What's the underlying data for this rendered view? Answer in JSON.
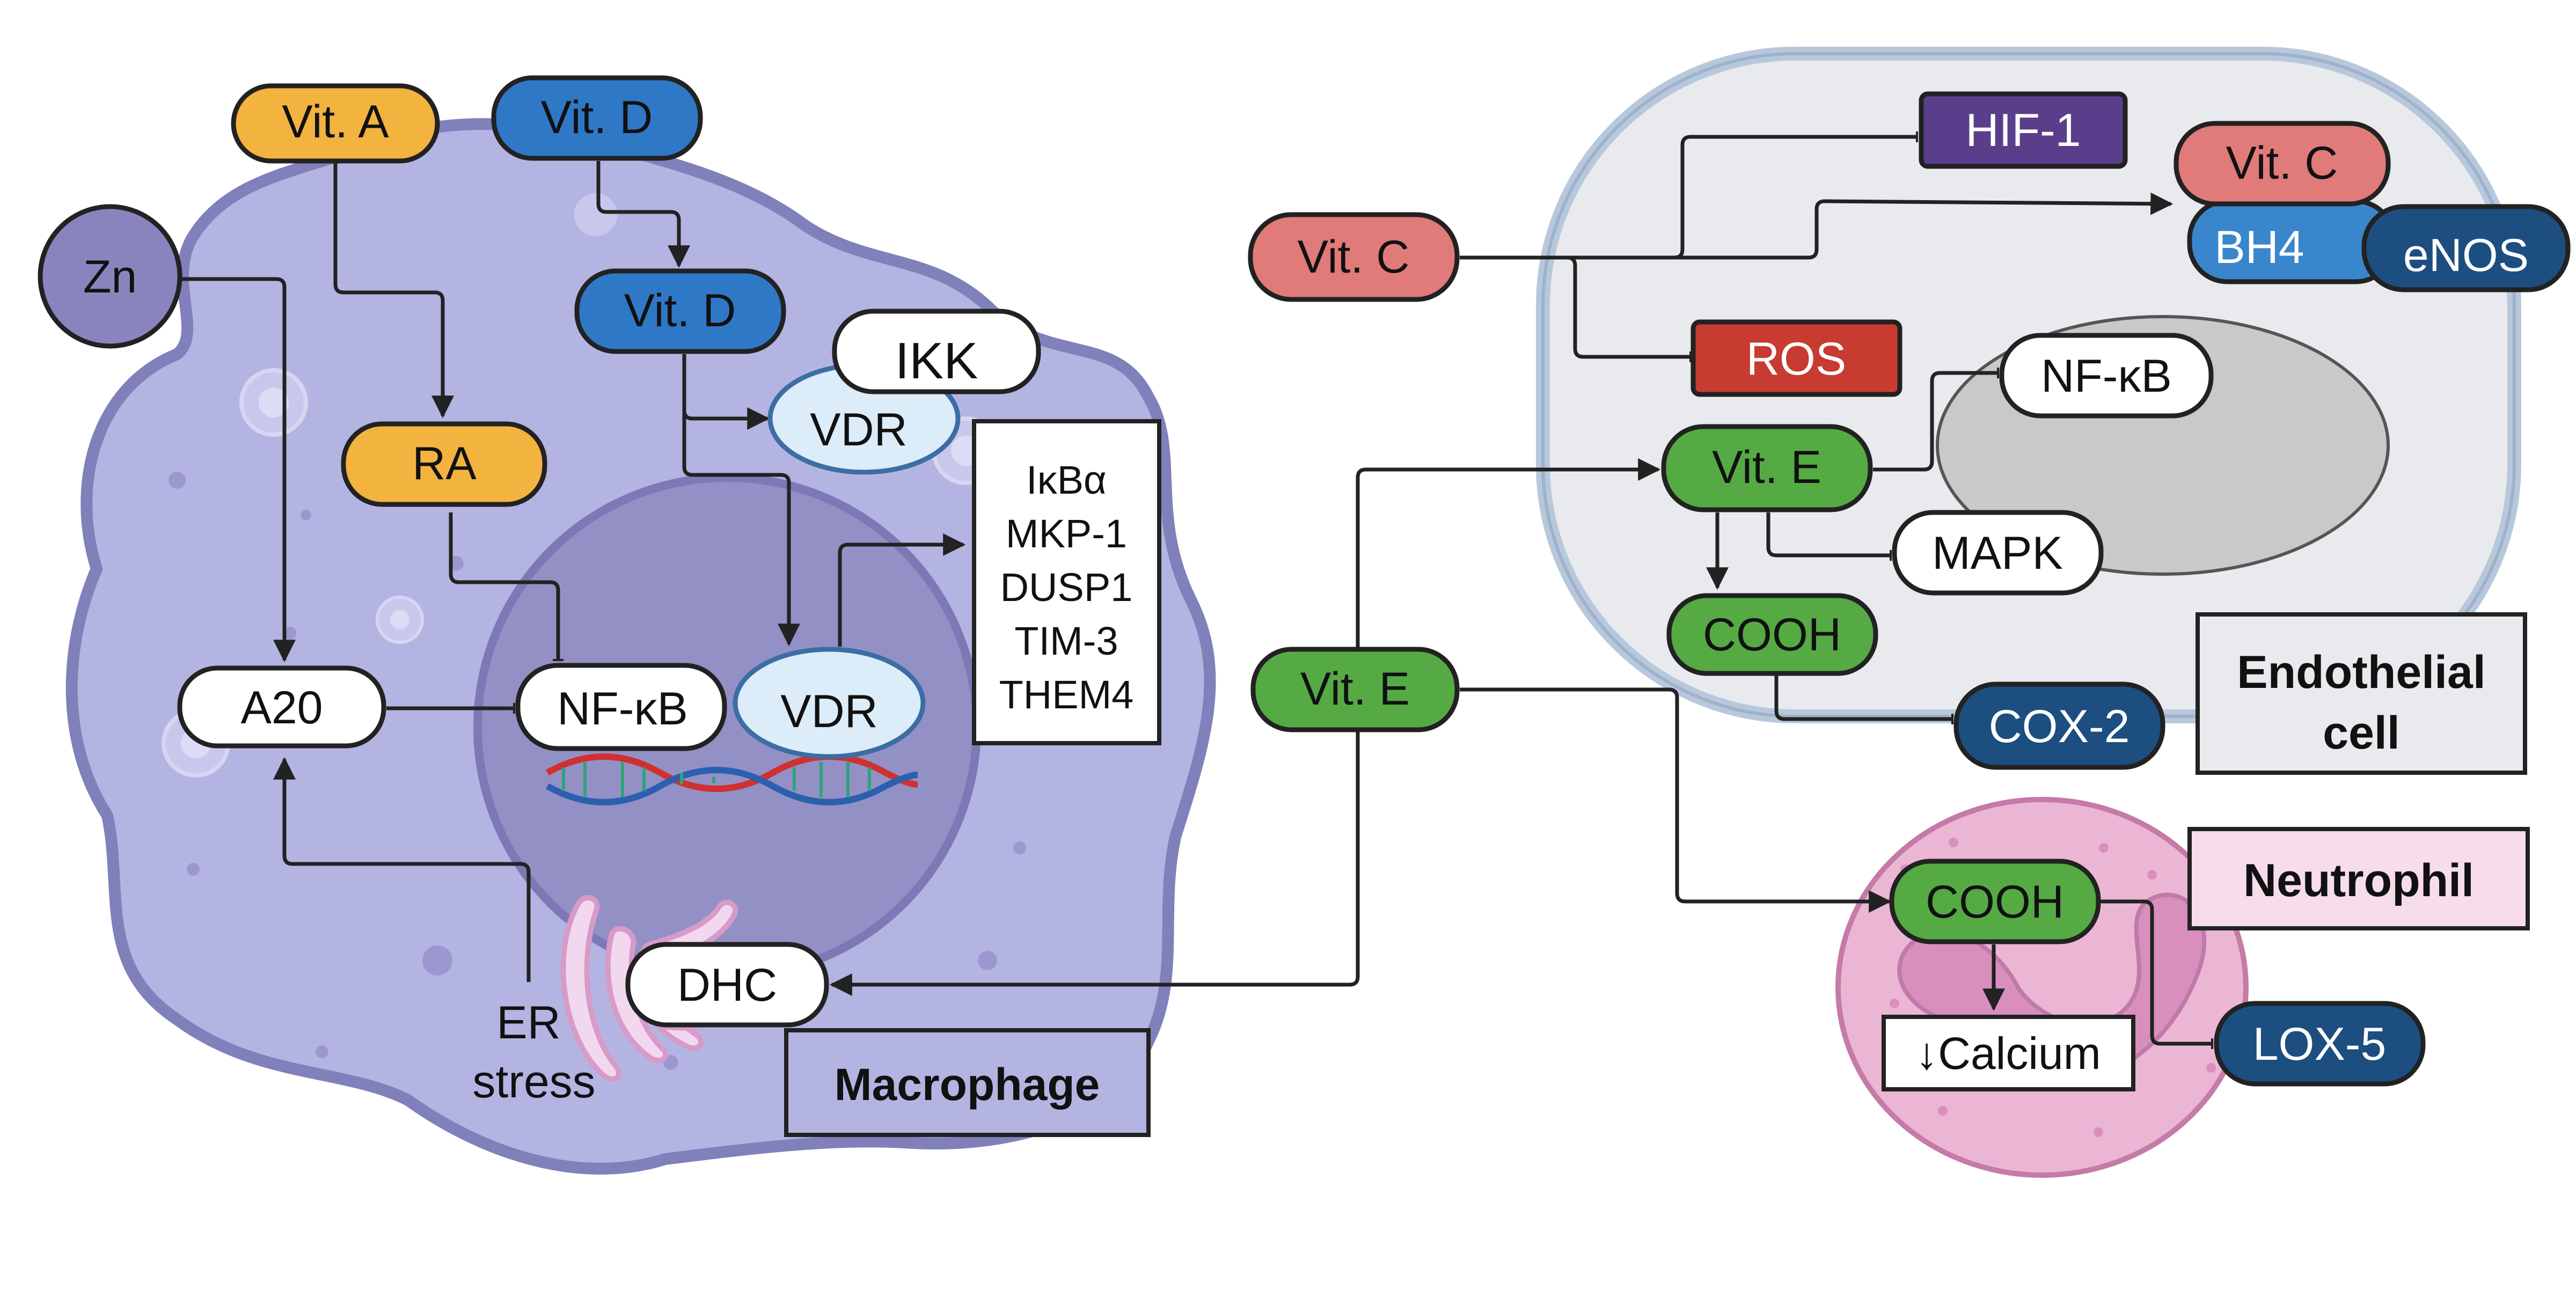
{
  "cells": {
    "macrophage": "Macrophage",
    "endothelial_line1": "Endothelial",
    "endothelial_line2": "cell",
    "neutrophil": "Neutrophil"
  },
  "macrophage": {
    "zn": "Zn",
    "vit_a": "Vit. A",
    "vit_d_outer": "Vit. D",
    "vit_d_inner": "Vit. D",
    "ikk": "IKK",
    "vdr_cytoplasm": "VDR",
    "ra": "RA",
    "a20": "A20",
    "nfkb": "NF-κB",
    "vdr_nucleus": "VDR",
    "targets": [
      "IκBα",
      "MKP-1",
      "DUSP1",
      "TIM-3",
      "THEM4"
    ],
    "er_stress_line1": "ER",
    "er_stress_line2": "stress",
    "dhc": "DHC"
  },
  "endothelial": {
    "vit_c_outer": "Vit. C",
    "hif1": "HIF-1",
    "vit_c_inner": "Vit. C",
    "bh4": "BH4",
    "enos": "eNOS",
    "ros": "ROS",
    "nfkb": "NF-κB",
    "vit_e_inner": "Vit. E",
    "mapk": "MAPK",
    "cooh": "COOH",
    "cox2": "COX-2"
  },
  "neutrophil": {
    "vit_e_outer": "Vit. E",
    "cooh": "COOH",
    "calcium": "↓Calcium",
    "lox5": "LOX-5"
  },
  "colors": {
    "macrophage_fill": "#b4b4e2",
    "macrophage_border": "#8080bb",
    "nucleus_fill": "#9390c6",
    "endothelial_fill": "#e9eaee",
    "endothelial_border": "#b8c8dc",
    "neutrophil_fill": "#ebb6d3",
    "vit_a": "#f2b33f",
    "vit_d": "#2f78c6",
    "zn": "#8a84be",
    "vit_c": "#e07b7a",
    "vit_e": "#55aa44",
    "hif1": "#5b3e8b",
    "ros": "#c83b31",
    "enzyme_dark_blue": "#1c4e80",
    "bh4": "#3a86cc"
  }
}
